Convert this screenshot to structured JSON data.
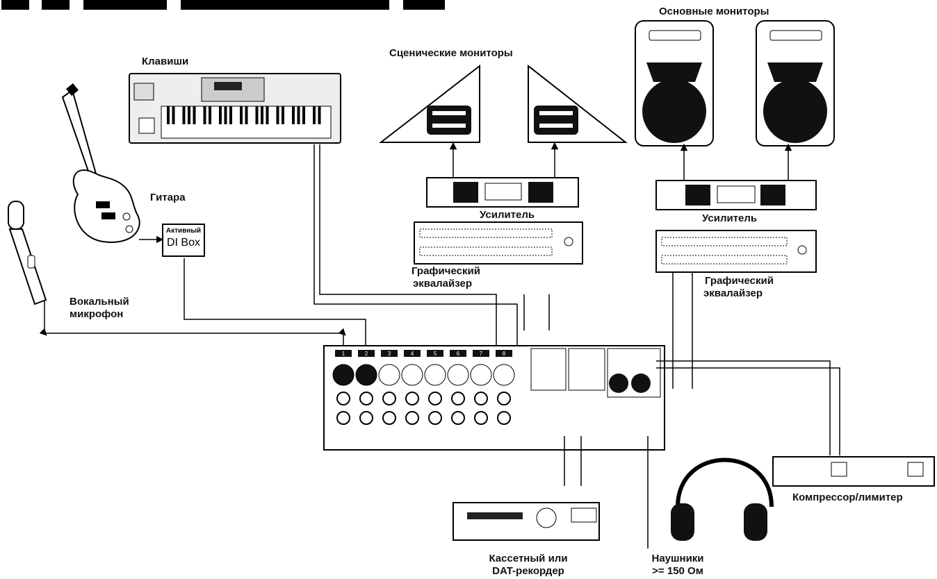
{
  "labels": {
    "keys": "Клавиши",
    "stage_monitors": "Сценические мониторы",
    "main_monitors": "Основные мониторы",
    "guitar": "Гитара",
    "di_active": "Активный",
    "di_box": "DI Box",
    "vocal_mic_line1": "Вокальный",
    "vocal_mic_line2": "микрофон",
    "amp_left": "Усилитель",
    "amp_right": "Усилитель",
    "eq_left_line1": "Графический",
    "eq_left_line2": "эквалайзер",
    "eq_right_line1": "Графический",
    "eq_right_line2": "эквалайзер",
    "compressor": "Компрессор/лимитер",
    "recorder_line1": "Кассетный или",
    "recorder_line2": "DAT-рекордер",
    "headphones_line1": "Наушники",
    "headphones_line2": ">= 150 Ом"
  },
  "mixer": {
    "channel_numbers": [
      "1",
      "2",
      "3",
      "4",
      "5",
      "6",
      "7",
      "8"
    ]
  }
}
